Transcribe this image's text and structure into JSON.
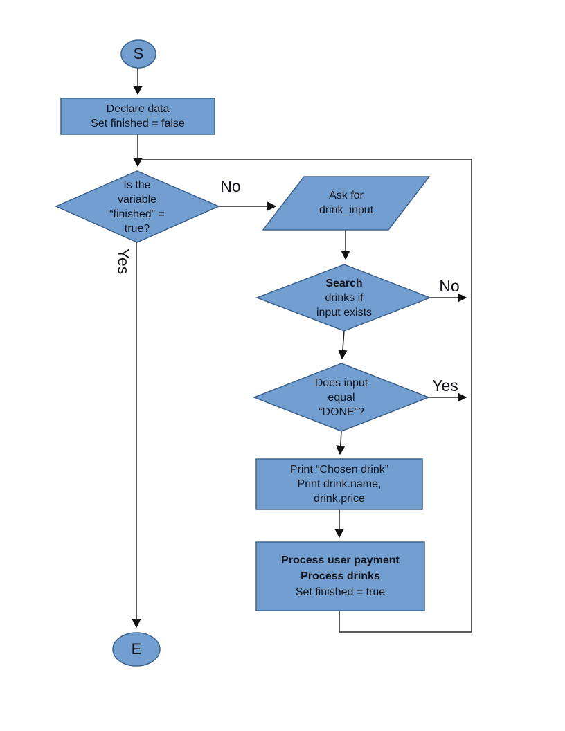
{
  "diagram": {
    "type": "flowchart",
    "colors": {
      "shape_fill": "#729fcf",
      "shape_stroke": "#3d618c",
      "connector_line": "#222222",
      "text": "#14141e",
      "background": "#ffffff"
    },
    "nodes": {
      "start": {
        "label": "S"
      },
      "declare": {
        "lines": [
          "Declare data",
          "Set finished = false"
        ]
      },
      "finished_check": {
        "lines": [
          "Is the",
          "variable",
          "“finished” =",
          "true?"
        ]
      },
      "ask_input": {
        "lines": [
          "Ask for",
          "drink_input"
        ]
      },
      "search": {
        "lines": [
          "Search",
          "drinks if",
          "input exists"
        ]
      },
      "done_check": {
        "lines": [
          "Does input",
          "equal",
          "“DONE”?"
        ]
      },
      "print_drink": {
        "lines": [
          "Print “Chosen drink”",
          "Print drink.name,",
          "drink.price"
        ]
      },
      "process": {
        "lines": [
          "Process user payment",
          "Process drinks",
          "Set finished = true"
        ]
      },
      "end": {
        "label": "E"
      }
    },
    "edge_labels": {
      "finished_no": "No",
      "finished_yes": "Yes",
      "search_no": "No",
      "done_yes": "Yes"
    }
  }
}
